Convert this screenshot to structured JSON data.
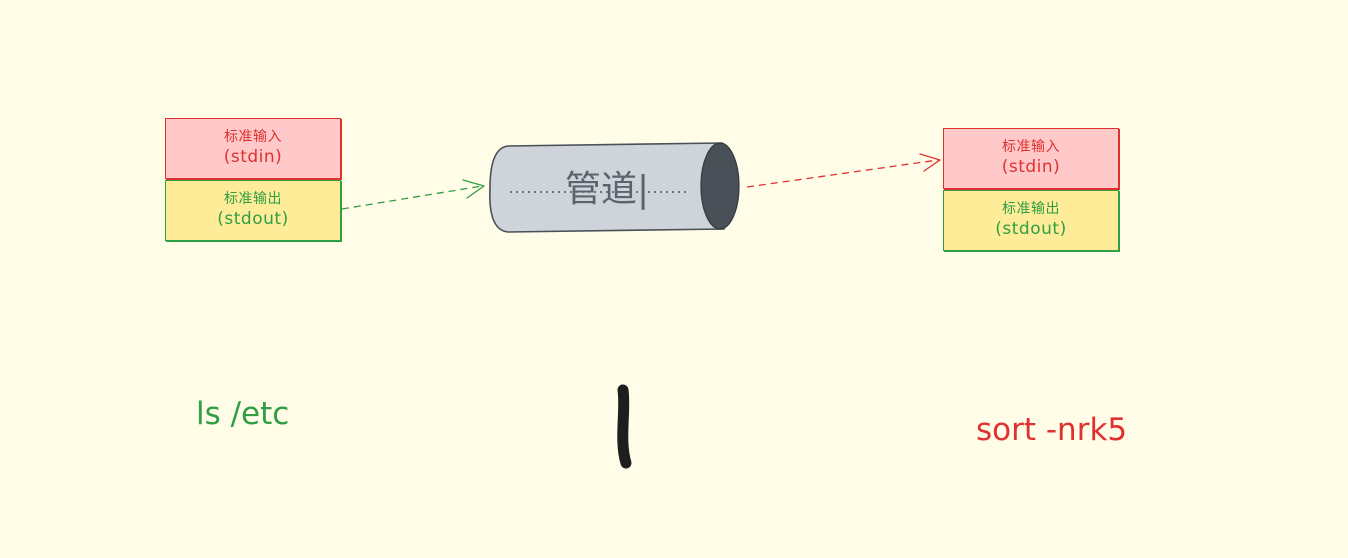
{
  "colors": {
    "background": "#fffce8",
    "stdin_fill": "#ffc9c9",
    "stdin_stroke": "#e03131",
    "stdout_fill": "#ffec99",
    "stdout_stroke": "#2f9e44",
    "pipe_body": "#ced4da",
    "pipe_end": "#495057",
    "pipe_symbol": "#1e1e1e"
  },
  "left_process": {
    "stdin_title": "标准输入",
    "stdin_sub": "(stdin)",
    "stdout_title": "标准输出",
    "stdout_sub": "(stdout)",
    "command": "ls /etc"
  },
  "pipe": {
    "label": "管道|",
    "symbol_icon": "pipe-bar-icon"
  },
  "right_process": {
    "stdin_title": "标准输入",
    "stdin_sub": "(stdin)",
    "stdout_title": "标准输出",
    "stdout_sub": "(stdout)",
    "command": "sort -nrk5"
  }
}
